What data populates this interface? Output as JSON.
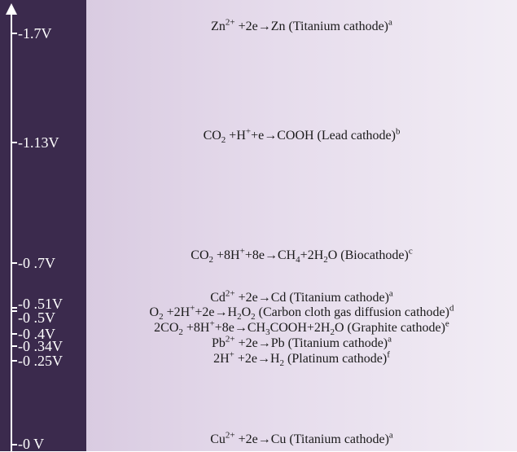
{
  "potentials": [
    {
      "label": "-1.7V"
    },
    {
      "label": "-1.13V"
    },
    {
      "label": "-0 .7V"
    },
    {
      "label": "-0 .51V"
    },
    {
      "label": "-0 .5V"
    },
    {
      "label": "-0 .4V"
    },
    {
      "label": "-0 .34V"
    },
    {
      "label": "-0 .25V"
    },
    {
      "label": "-0 V"
    }
  ],
  "reactions": [
    {
      "html": "Zn<sup>2+</sup> +2e→Zn (Titanium cathode)<sup>a</sup>"
    },
    {
      "html": "CO<sub>2</sub> +H<sup>+</sup>+e→COOH (Lead cathode)<sup>b</sup>"
    },
    {
      "html": "CO<sub>2</sub> +8H<sup>+</sup>+8e→CH<sub>4</sub>+2H<sub>2</sub>O (Biocathode)<sup>c</sup>"
    },
    {
      "html": "Cd<sup>2+</sup> +2e→Cd (Titanium cathode)<sup>a</sup>"
    },
    {
      "html": "O<sub>2</sub> +2H<sup>+</sup>+2e→H<sub>2</sub>O<sub>2</sub> (Carbon cloth gas diffusion cathode)<sup>d</sup>"
    },
    {
      "html": "2CO<sub>2</sub> +8H<sup>+</sup>+8e→CH<sub>3</sub>COOH+2H<sub>2</sub>O (Graphite cathode)<sup>e</sup>"
    },
    {
      "html": "Pb<sup>2+</sup> +2e→Pb (Titanium cathode)<sup>a</sup>"
    },
    {
      "html": "2H<sup>+</sup> +2e→H<sub>2</sub> (Platinum cathode)<sup>f</sup>"
    },
    {
      "html": "Cu<sup>2+</sup> +2e→Cu (Titanium cathode)<sup>a</sup>"
    }
  ],
  "colors": {
    "scale_background": "#3b2a4d",
    "panel_gradient_start": "#d9cbe1",
    "panel_gradient_end": "#f2edf5",
    "axis": "#ffffff"
  }
}
